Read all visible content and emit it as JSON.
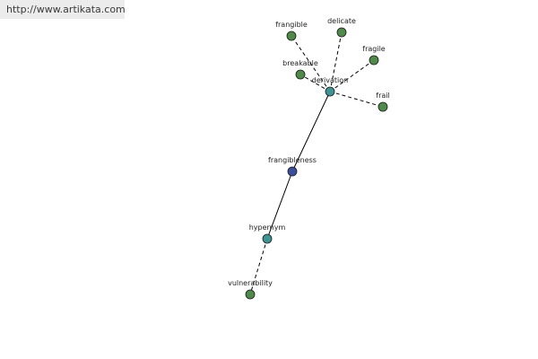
{
  "source": {
    "url_text": "http://www.artikata.com"
  },
  "colors": {
    "leaf": "#4f8a4a",
    "relation": "#3f9393",
    "root": "#3c4d9a"
  },
  "graph": {
    "nodes": [
      {
        "id": "frangibleness",
        "label": "frangibleness",
        "kind": "root"
      },
      {
        "id": "derivation",
        "label": "derivation",
        "kind": "relation"
      },
      {
        "id": "hypernym",
        "label": "hypernym",
        "kind": "relation"
      },
      {
        "id": "frangible",
        "label": "frangible",
        "kind": "leaf"
      },
      {
        "id": "delicate",
        "label": "delicate",
        "kind": "leaf"
      },
      {
        "id": "fragile",
        "label": "fragile",
        "kind": "leaf"
      },
      {
        "id": "breakable",
        "label": "breakable",
        "kind": "leaf"
      },
      {
        "id": "frail",
        "label": "frail",
        "kind": "leaf"
      },
      {
        "id": "vulnerability",
        "label": "vulnerability",
        "kind": "leaf"
      }
    ],
    "edges": [
      {
        "from": "frangibleness",
        "to": "derivation",
        "style": "solid"
      },
      {
        "from": "frangibleness",
        "to": "hypernym",
        "style": "solid"
      },
      {
        "from": "derivation",
        "to": "frangible",
        "style": "dashed"
      },
      {
        "from": "derivation",
        "to": "delicate",
        "style": "dashed"
      },
      {
        "from": "derivation",
        "to": "fragile",
        "style": "dashed"
      },
      {
        "from": "derivation",
        "to": "breakable",
        "style": "dashed"
      },
      {
        "from": "derivation",
        "to": "frail",
        "style": "dashed"
      },
      {
        "from": "hypernym",
        "to": "vulnerability",
        "style": "dashed"
      }
    ]
  }
}
